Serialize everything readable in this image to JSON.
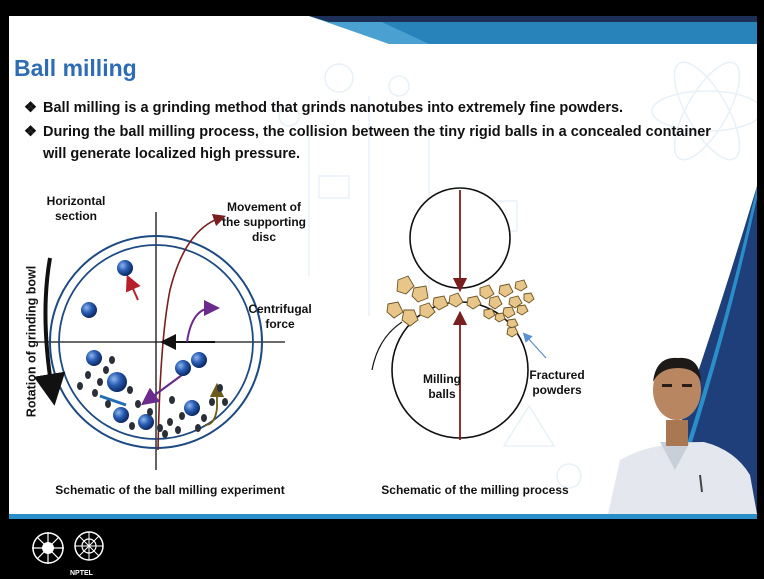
{
  "slide": {
    "title": "Ball milling",
    "bullets": [
      {
        "marker": "❖",
        "lines": [
          "Ball milling is a grinding method that grinds nanotubes into extremely fine powders."
        ]
      },
      {
        "marker": "❖",
        "lines": [
          "During the ball milling process, the collision between the tiny rigid balls in a concealed container",
          "will generate localized high pressure."
        ]
      }
    ]
  },
  "left_figure": {
    "label_horizontal": [
      "Horizontal",
      "section"
    ],
    "label_movement": [
      "Movement of",
      "the supporting",
      "disc"
    ],
    "label_centrifugal": [
      "Centrifugal",
      "force"
    ],
    "label_rotation": "Rotation of grinding bowl",
    "caption": "Schematic of the ball milling experiment"
  },
  "right_figure": {
    "label_milling": [
      "Milling",
      "balls"
    ],
    "label_fractured": [
      "Fractured",
      "powders"
    ],
    "caption": "Schematic of the milling process"
  },
  "footer": {
    "nptel": "NPTEL"
  },
  "colors": {
    "title": "#2e6db4",
    "accent_bar": "#2a8fc8",
    "arrow_dark_red": "#7a1f1f",
    "arrow_purple": "#6a2b8c",
    "ball_blue": "#1f4f9e",
    "powder": "#e8c68a"
  }
}
